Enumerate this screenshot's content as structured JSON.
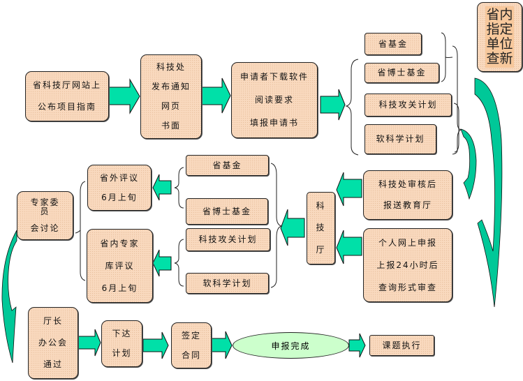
{
  "step1": {
    "lines": [
      "省科技厅网站上",
      "公布项目指南"
    ]
  },
  "step2": {
    "lines": [
      "科技处",
      "发布通知",
      "网页",
      "书面"
    ]
  },
  "step3": {
    "lines": [
      "申请者下载软件",
      "阅读要求",
      "填报申请书"
    ]
  },
  "programs_top": [
    "省基金",
    "省博士基金",
    "科技攻关计划",
    "软科学计划"
  ],
  "novelty_check": {
    "rows": [
      "省内",
      "指定",
      "单位",
      "查新"
    ]
  },
  "review_office": {
    "lines": [
      "科技处审核后",
      "报送教育厅"
    ]
  },
  "online_submit": {
    "lines": [
      "个人网上申报",
      "上报24小时后",
      "查询形式审查"
    ]
  },
  "dept": {
    "lines": [
      "科",
      "技",
      "厅"
    ]
  },
  "programs_mid": [
    "省基金",
    "省博士基金",
    "科技攻关计划",
    "软科学计划"
  ],
  "outside_review": {
    "lines": [
      "省外评议",
      "6月上旬"
    ]
  },
  "inside_review": {
    "lines": [
      "省内专家",
      "库评议",
      "6月上旬"
    ]
  },
  "expert_committee": {
    "lines": [
      "专家委员",
      "会讨论"
    ]
  },
  "director_meeting": {
    "lines": [
      "厅长",
      "办公会",
      "通过"
    ]
  },
  "issue_plan": {
    "lines": [
      "下达",
      "计划"
    ]
  },
  "sign_contract": {
    "lines": [
      "签定",
      "合同"
    ]
  },
  "completed": "申报完成",
  "execution": "课题执行",
  "colors": {
    "box": "#f9d9be",
    "arrow": "#00e0a0",
    "curve": "#00b888",
    "ellipse": "#ccffcc"
  }
}
